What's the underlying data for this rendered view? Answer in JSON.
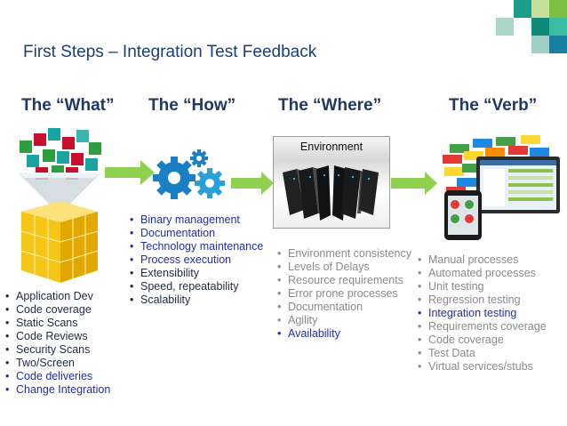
{
  "title": "First Steps – Integration Test Feedback",
  "columns": {
    "what": "The “What”",
    "how": "The “How”",
    "where": "The “Where”",
    "verb": "The “Verb”"
  },
  "environment_label": "Environment",
  "what_items": [
    {
      "text": "Application Dev",
      "highlight": false
    },
    {
      "text": "Code coverage",
      "highlight": false
    },
    {
      "text": "Static Scans",
      "highlight": false
    },
    {
      "text": "Code Reviews",
      "highlight": false
    },
    {
      "text": "Security Scans",
      "highlight": false
    },
    {
      "text": "Two/Screen",
      "highlight": false
    },
    {
      "text": "Code deliveries",
      "highlight": true
    },
    {
      "text": "Change Integration",
      "highlight": true
    }
  ],
  "how_items": [
    {
      "text": "Binary management",
      "highlight": true
    },
    {
      "text": "Documentation",
      "highlight": true
    },
    {
      "text": "Technology maintenance",
      "highlight": true
    },
    {
      "text": "Process execution",
      "highlight": true
    },
    {
      "text": "Extensibility",
      "highlight": false
    },
    {
      "text": "Speed, repeatability",
      "highlight": false
    },
    {
      "text": "Scalability",
      "highlight": false
    }
  ],
  "where_items": [
    {
      "text": "Environment consistency",
      "highlight": false
    },
    {
      "text": "Levels of Delays",
      "highlight": false
    },
    {
      "text": "Resource requirements",
      "highlight": false
    },
    {
      "text": "Error prone processes",
      "highlight": false
    },
    {
      "text": "Documentation",
      "highlight": false
    },
    {
      "text": "Agility",
      "highlight": false
    },
    {
      "text": "Availability",
      "highlight": true
    }
  ],
  "verb_items": [
    {
      "text": "Manual processes",
      "highlight": false
    },
    {
      "text": "Automated processes",
      "highlight": false
    },
    {
      "text": "Unit testing",
      "highlight": false
    },
    {
      "text": "Regression testing",
      "highlight": false
    },
    {
      "text": "Integration testing",
      "highlight": true
    },
    {
      "text": "Requirements coverage",
      "highlight": false
    },
    {
      "text": "Code coverage",
      "highlight": false
    },
    {
      "text": "Test Data",
      "highlight": false
    },
    {
      "text": "Virtual services/stubs",
      "highlight": false
    }
  ],
  "colors": {
    "title": "#1a3f7a",
    "heading": "#1f3864",
    "highlight": "#1f2fb0",
    "arrow": "#8fd14f",
    "cube_yellow": "#f5c518",
    "gear_blue": "#1c7fc4",
    "corner_teal": "#1a9e8a",
    "corner_green": "#7ac143"
  },
  "icons": [
    "cube-funnel-icon",
    "gears-icon",
    "server-rack-icon",
    "lego-and-devices-icon"
  ]
}
